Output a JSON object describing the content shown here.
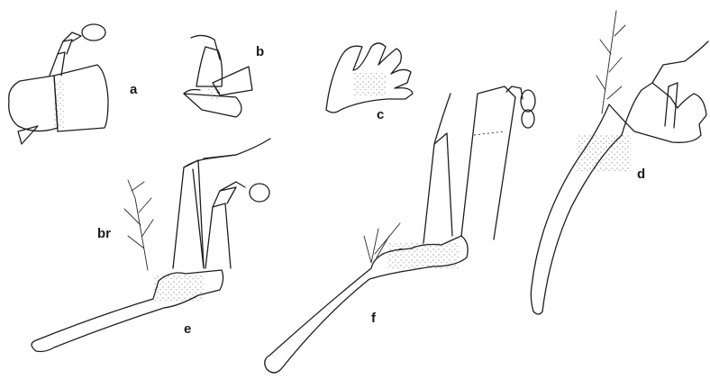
{
  "figure": {
    "labels": {
      "a": "a",
      "b": "b",
      "c": "c",
      "d": "d",
      "e": "e",
      "f": "f",
      "br": "br"
    }
  }
}
